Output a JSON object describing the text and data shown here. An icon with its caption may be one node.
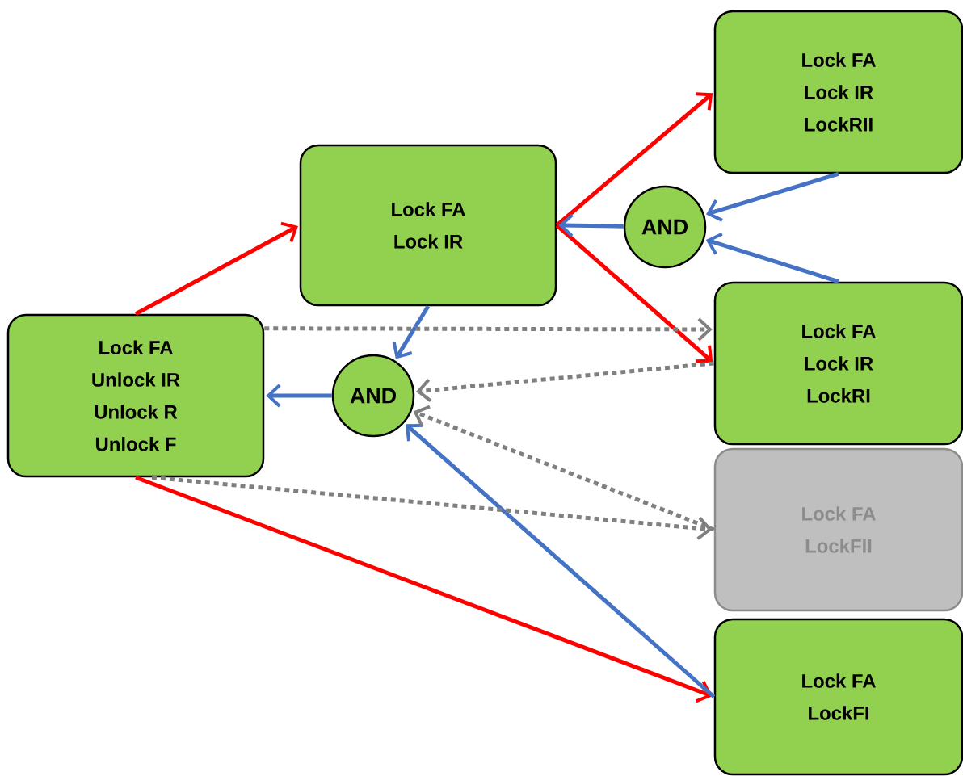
{
  "diagram": {
    "nodes": [
      {
        "text": [
          "Lock FA",
          "Lock IR",
          "LockRII"
        ]
      },
      {
        "text": [
          "Lock FA",
          "Lock IR"
        ]
      },
      {
        "text": [
          "AND"
        ]
      },
      {
        "text": [
          "Lock FA",
          "Unlock IR",
          "Unlock R",
          "Unlock F"
        ]
      },
      {
        "text": [
          "Lock FA",
          "Lock IR",
          "LockRI"
        ]
      },
      {
        "text": [
          "AND"
        ]
      },
      {
        "text": [
          "Lock FA",
          "LockFII"
        ]
      },
      {
        "text": [
          "Lock FA",
          "LockFI"
        ]
      }
    ],
    "edges": [
      {
        "from": 3,
        "to": 1,
        "arrow": "to",
        "color": "#ff0000"
      },
      {
        "from": 1,
        "to": 0,
        "arrow": "to",
        "color": "#ff0000"
      },
      {
        "from": 1,
        "to": 4,
        "arrow": "to",
        "color": "#ff0000"
      },
      {
        "from": 3,
        "to": 7,
        "arrow": "to",
        "color": "#ff0000"
      },
      {
        "from": 0,
        "to": 2,
        "arrow": "to"
      },
      {
        "from": 4,
        "to": 2,
        "arrow": "to"
      },
      {
        "from": 2,
        "to": 1,
        "arrow": "to"
      },
      {
        "from": 1,
        "to": 5,
        "arrow": "to"
      },
      {
        "from": 7,
        "to": 5,
        "arrow": "to"
      },
      {
        "from": 5,
        "to": 3,
        "arrow": "to"
      },
      {
        "from": 3,
        "to": 4,
        "arrow": "to",
        "style": "dashed",
        "color": "#808080"
      },
      {
        "from": 4,
        "to": 5,
        "arrow": "to",
        "style": "dashed",
        "color": "#808080"
      },
      {
        "from": 3,
        "to": 6,
        "arrow": "to",
        "style": "dashed",
        "color": "#808080"
      },
      {
        "from": 6,
        "to": 5,
        "arrow": "to",
        "style": "dashed",
        "color": "#808080"
      }
    ]
  }
}
